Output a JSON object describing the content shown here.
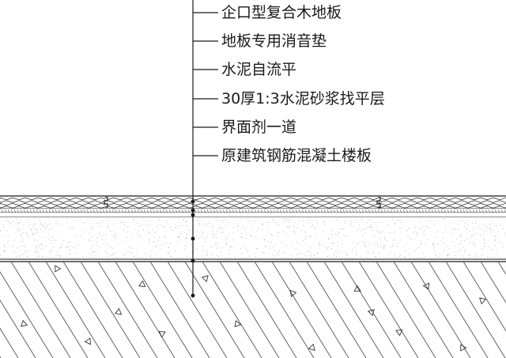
{
  "callout": {
    "labels": [
      "企口型复合木地板",
      "地板专用消音垫",
      "水泥自流平",
      "30厚1:3水泥砂浆找平层",
      "界面剂一道",
      "原建筑钢筋混凝土楼板"
    ]
  },
  "layers": [
    {
      "id": "wood-floor",
      "pattern": "wood-grain"
    },
    {
      "id": "sound-pad",
      "pattern": "thin-strip"
    },
    {
      "id": "self-leveling",
      "pattern": "thin-strip"
    },
    {
      "id": "screed",
      "pattern": "stipple"
    },
    {
      "id": "interface-agent",
      "pattern": "line"
    },
    {
      "id": "concrete-slab",
      "pattern": "diagonal-hatch-with-aggregate"
    }
  ],
  "colors": {
    "line": "#1a1a1a",
    "hatch": "#555555",
    "background": "#ffffff"
  }
}
